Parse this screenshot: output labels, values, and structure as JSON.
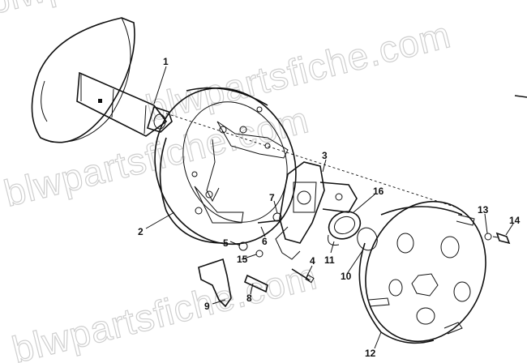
{
  "watermark": {
    "text": "blwpartsfiche.com"
  },
  "callouts": [
    {
      "id": "1",
      "label": "1"
    },
    {
      "id": "2",
      "label": "2"
    },
    {
      "id": "3",
      "label": "3"
    },
    {
      "id": "4",
      "label": "4"
    },
    {
      "id": "5",
      "label": "5"
    },
    {
      "id": "6",
      "label": "6"
    },
    {
      "id": "7",
      "label": "7"
    },
    {
      "id": "8",
      "label": "8"
    },
    {
      "id": "9",
      "label": "9"
    },
    {
      "id": "10",
      "label": "10"
    },
    {
      "id": "11",
      "label": "11"
    },
    {
      "id": "12",
      "label": "12"
    },
    {
      "id": "13",
      "label": "13"
    },
    {
      "id": "14",
      "label": "14"
    },
    {
      "id": "15",
      "label": "15"
    },
    {
      "id": "16",
      "label": "16"
    }
  ]
}
